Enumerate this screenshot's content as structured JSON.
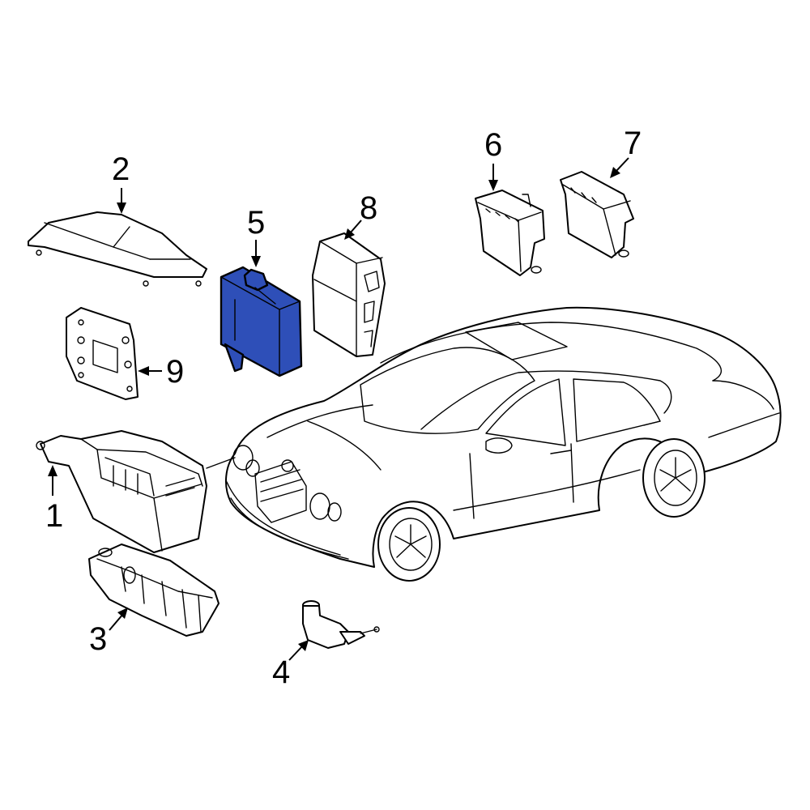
{
  "diagram": {
    "highlight_color": "#2E4FB8",
    "highlighted_part": "5",
    "callouts": [
      {
        "id": "1",
        "label": "1"
      },
      {
        "id": "2",
        "label": "2"
      },
      {
        "id": "3",
        "label": "3"
      },
      {
        "id": "4",
        "label": "4"
      },
      {
        "id": "5",
        "label": "5"
      },
      {
        "id": "6",
        "label": "6"
      },
      {
        "id": "7",
        "label": "7"
      },
      {
        "id": "8",
        "label": "8"
      },
      {
        "id": "9",
        "label": "9"
      }
    ]
  }
}
